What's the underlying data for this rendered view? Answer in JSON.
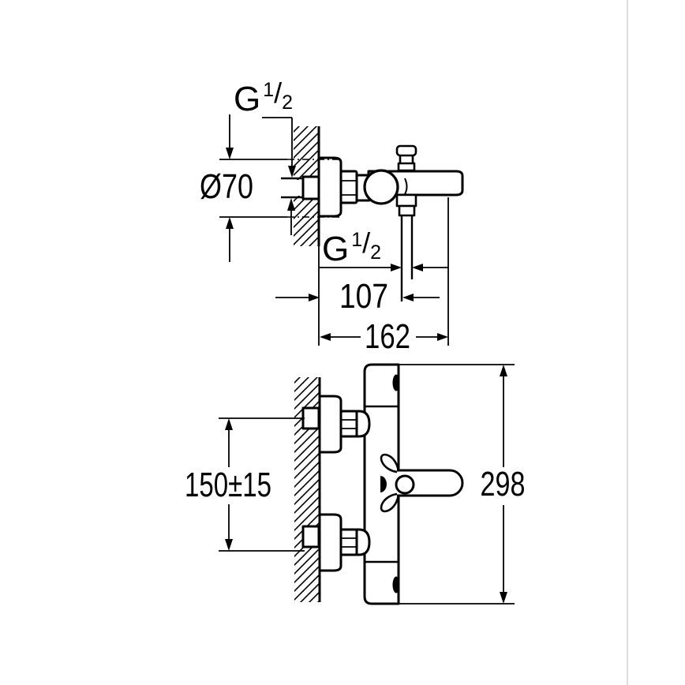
{
  "labels": {
    "g_half_top": {
      "prefix": "G",
      "numerator": "1",
      "slash": "/",
      "denominator": "2"
    },
    "diameter": "Ø70",
    "g_half_shower": {
      "prefix": "G",
      "numerator": "1",
      "slash": "/",
      "denominator": "2"
    },
    "wall_to_hose": "107",
    "wall_to_spout": "162",
    "inlet_distance": "150±15",
    "height": "298"
  },
  "colors": {
    "line": "#000000",
    "background": "#ffffff",
    "page_edge": "#c9c9c9"
  }
}
